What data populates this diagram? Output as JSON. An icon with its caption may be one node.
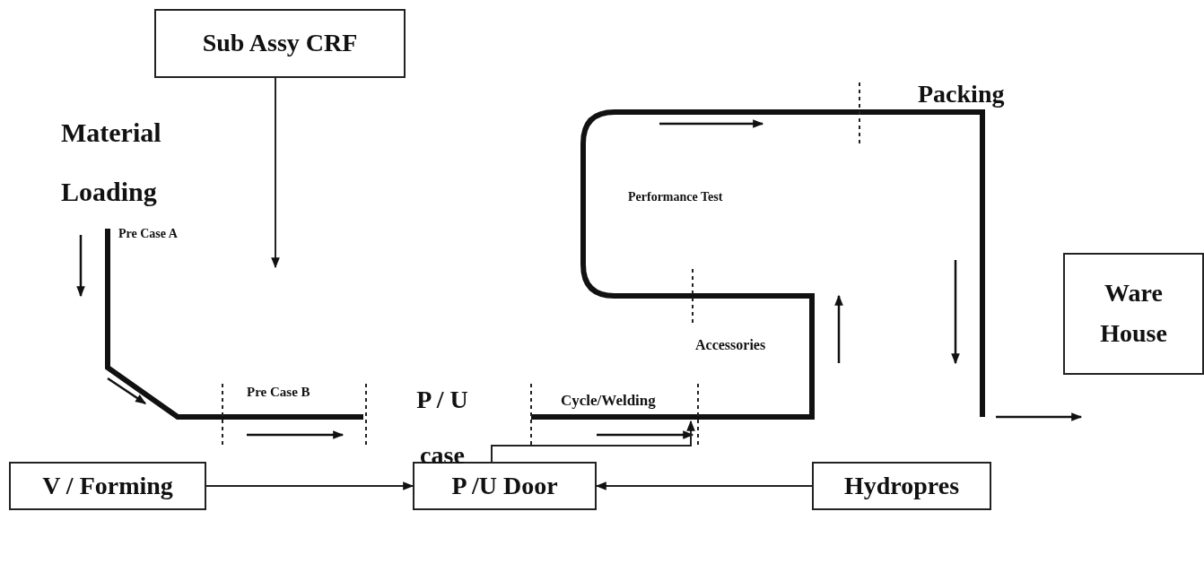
{
  "diagram": {
    "nodes": [
      {
        "text": [
          "Sub Assy CRF"
        ]
      },
      {
        "text": [
          "V / Forming"
        ]
      },
      {
        "text": [
          "P /U Door"
        ]
      },
      {
        "text": [
          "Hydropres"
        ]
      },
      {
        "text": [
          "Ware House"
        ]
      }
    ],
    "edges": [
      {
        "from": 0,
        "to": null,
        "arrow": "to"
      },
      {
        "from": 1,
        "to": 2,
        "arrow": "to"
      },
      {
        "from": 3,
        "to": 2,
        "arrow": "to"
      },
      {
        "from": 2,
        "to": null,
        "arrow": "to"
      }
    ],
    "labels": [
      "Packing",
      "Material Loading",
      "Performance Test",
      "Pre Case A",
      "Accessories",
      "Pre Case B",
      "P / U case",
      "Cycle/Welding"
    ]
  }
}
